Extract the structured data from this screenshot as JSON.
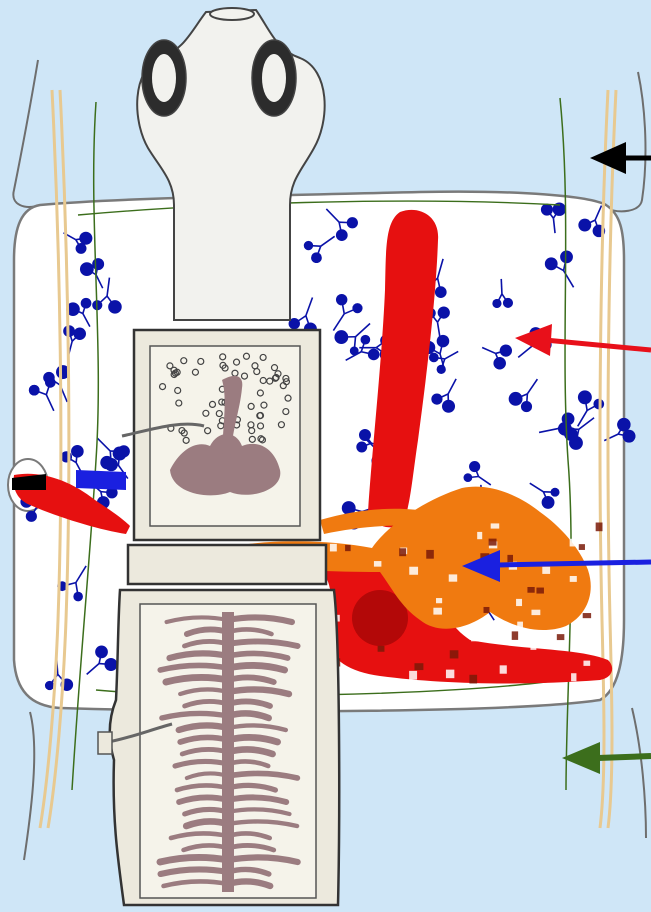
{
  "colors": {
    "background": "#cfe6f7",
    "proglottid_fill": "#ffffff",
    "proglottid_outline": "#7a7a7a",
    "uterus_branches": "#0a12a8",
    "vitellaria_red": "#e61010",
    "ovary_orange": "#f07a10",
    "testes_dots": "#0a12a8",
    "nerve_cord": "#3c6e1c",
    "excretory_canal": "#e8c990",
    "scolex_fill": "#f2f2ee",
    "strobila_fill": "#ece9dd",
    "strobila_uterus": "#9b7c80",
    "arrow_black": "#000000",
    "arrow_red": "#e8101a",
    "arrow_blue": "#1a20e0",
    "arrow_green": "#3c6e1c"
  },
  "pointers": [
    {
      "name": "black-arrow",
      "color_key": "arrow_black",
      "points_to": "lateral-outline"
    },
    {
      "name": "red-arrow",
      "color_key": "arrow_red",
      "points_to": "uterine-network"
    },
    {
      "name": "blue-arrow",
      "color_key": "arrow_blue",
      "points_to": "orange-ovary"
    },
    {
      "name": "green-arrow",
      "color_key": "arrow_green",
      "points_to": "nerve-cord"
    }
  ]
}
